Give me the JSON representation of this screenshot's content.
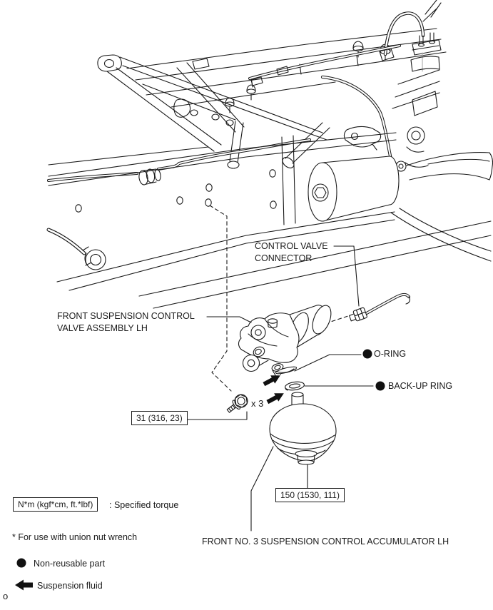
{
  "colors": {
    "line": "#1a1a1a",
    "background": "#ffffff",
    "bullet": "#111111"
  },
  "labels": {
    "control_valve_connector_line1": "CONTROL VALVE",
    "control_valve_connector_line2": "CONNECTOR",
    "valve_assembly_line1": "FRONT SUSPENSION CONTROL",
    "valve_assembly_line2": "VALVE ASSEMBLY LH",
    "o_ring": "O-RING",
    "backup_ring": "BACK-UP RING",
    "bolt_count": "x 3",
    "accumulator": "FRONT NO. 3 SUSPENSION CONTROL ACCUMULATOR LH"
  },
  "torque_specs": {
    "valve_bolt": "31 (316, 23)",
    "accumulator": "150 (1530, 111)"
  },
  "legend": {
    "torque_unit_box": "N*m (kgf*cm, ft.*lbf)",
    "torque_meaning": ": Specified torque",
    "union_note": "* For use with union nut wrench",
    "non_reusable": "Non-reusable part",
    "fluid": "Suspension fluid"
  },
  "icons": {
    "non_reusable_bullet": "filled-circle",
    "fluid_arrow": "left-arrow",
    "fluid_direction_arrows": "up-right-arrow"
  },
  "footer": {
    "page_mark": "o"
  }
}
